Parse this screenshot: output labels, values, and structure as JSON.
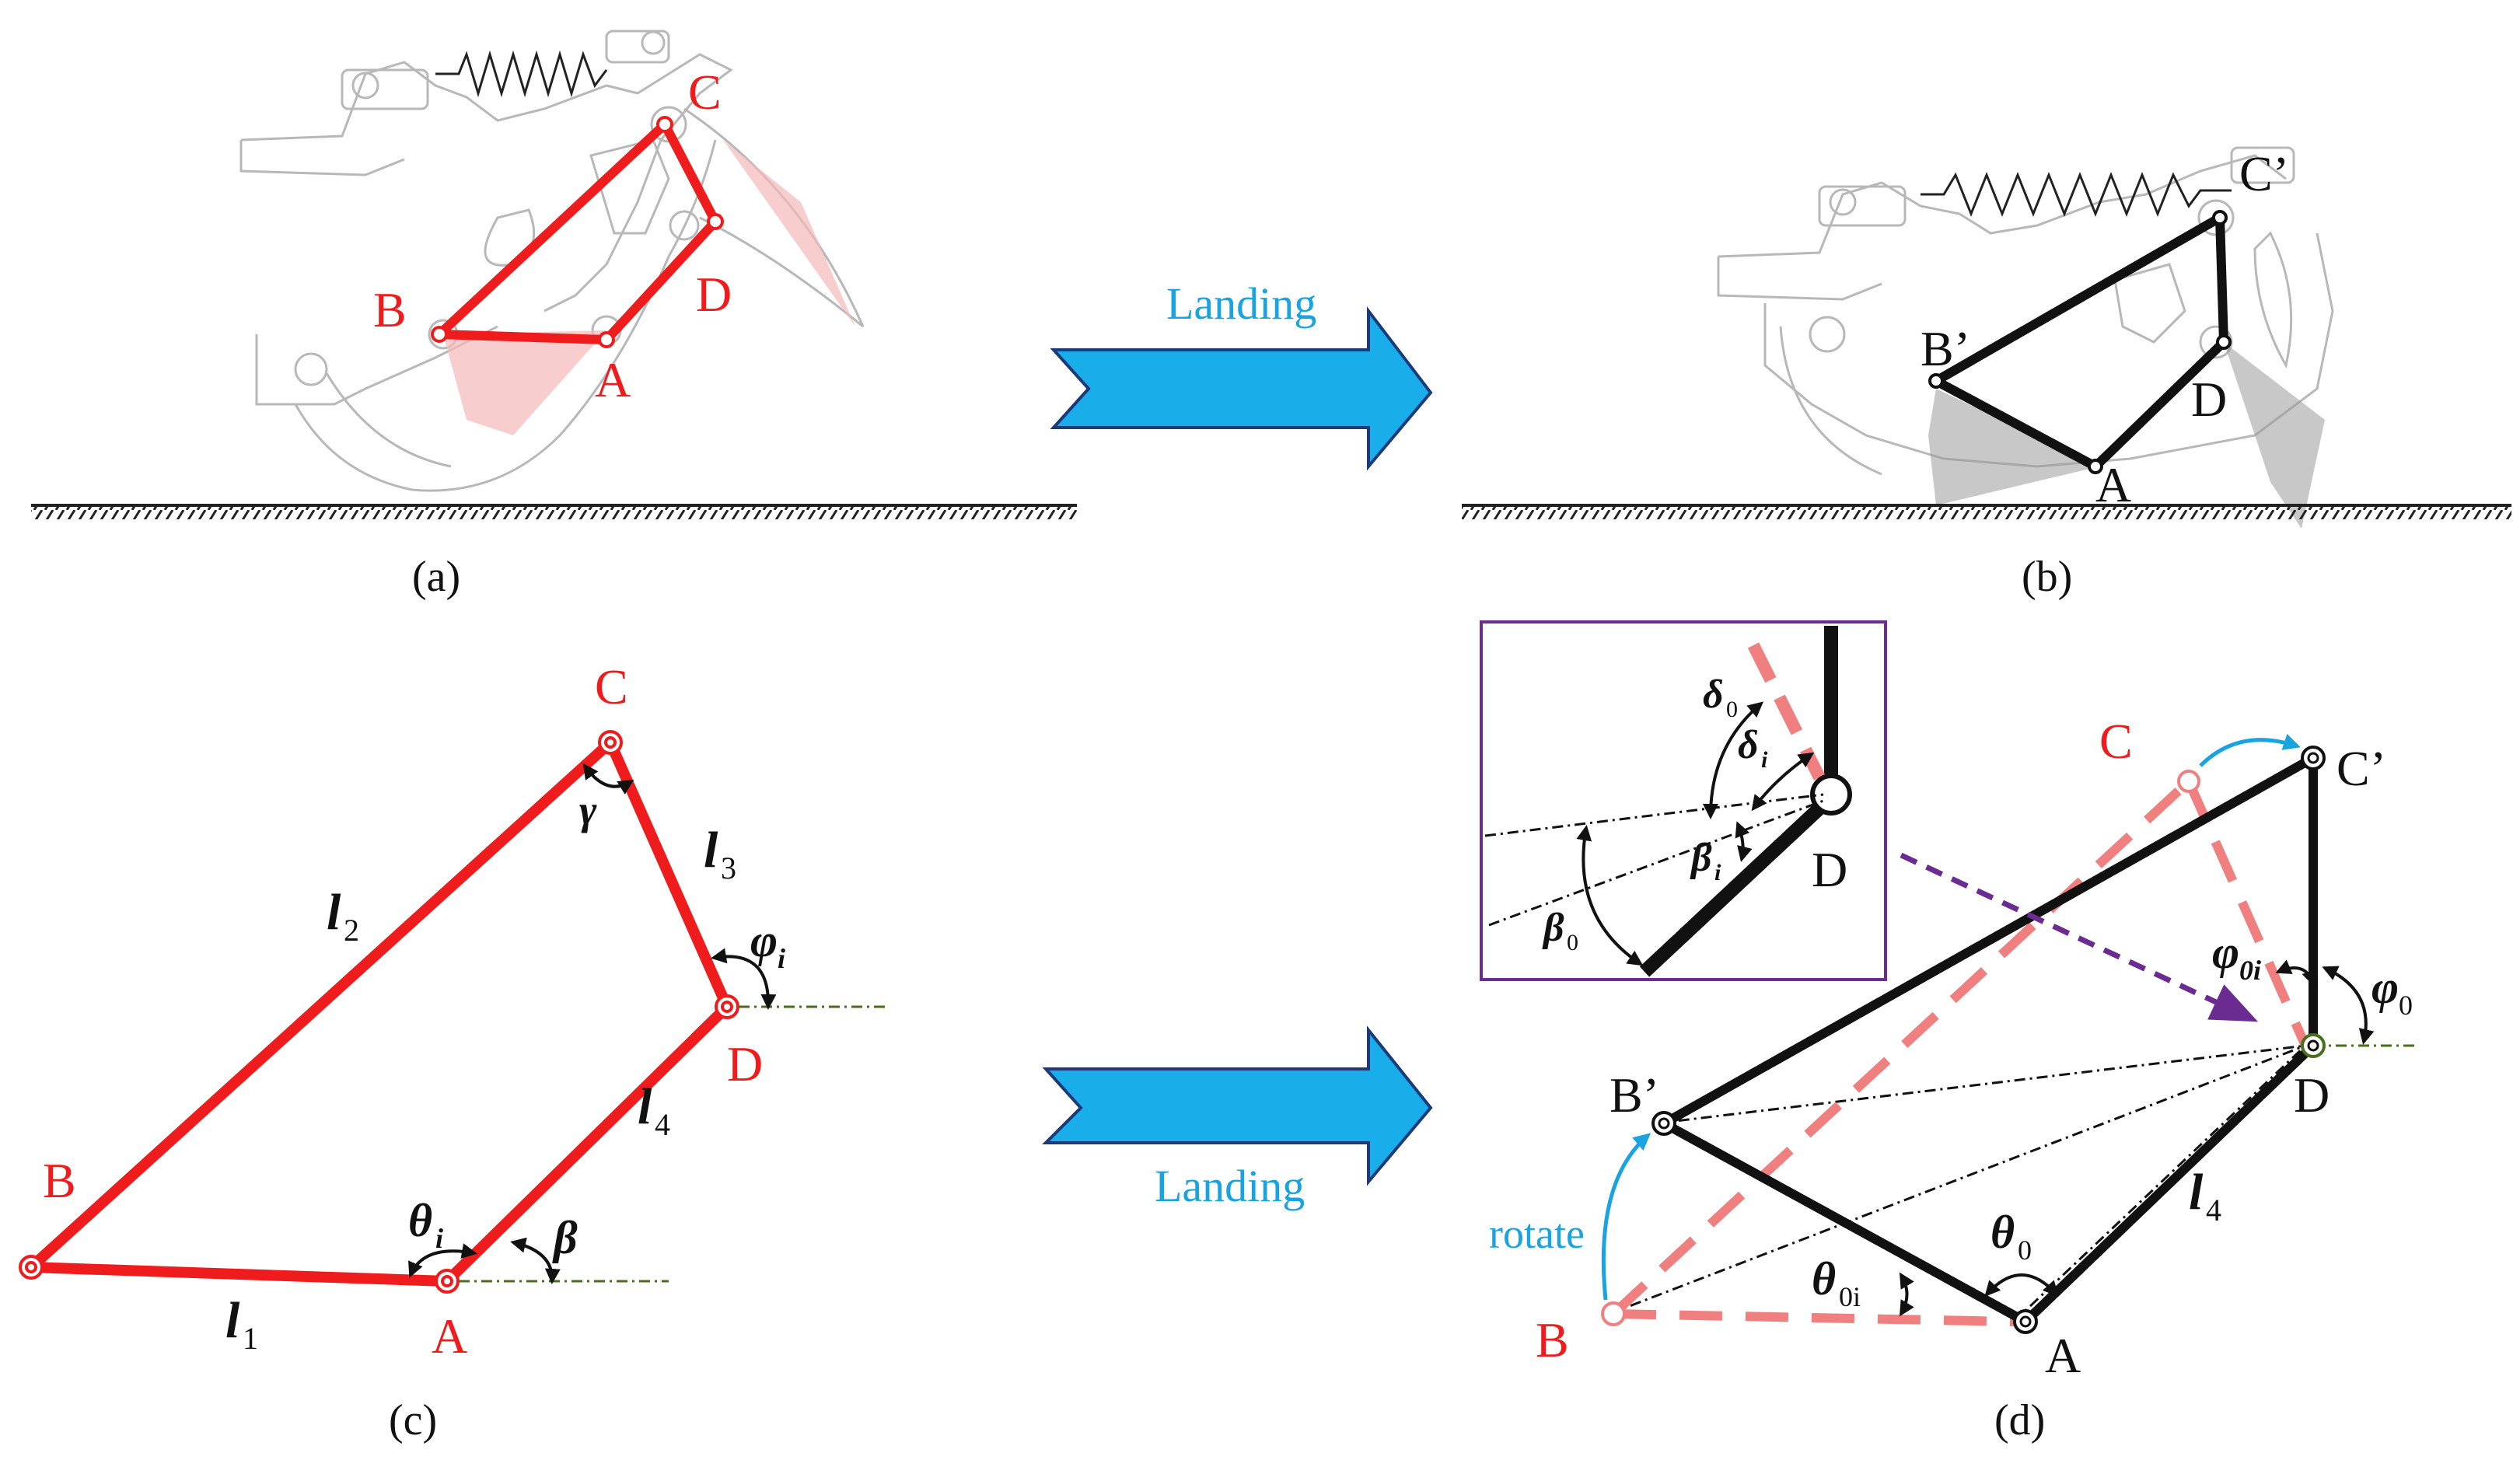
{
  "colors": {
    "red": "#ee1c1c",
    "black": "#111111",
    "blue": "#19a3e0",
    "purple": "#6a2c91",
    "pink": "#f08080",
    "ground": "#222222",
    "green": "#4b6e1e"
  },
  "panels": {
    "a": {
      "caption": "(a)",
      "points": {
        "A": "A",
        "B": "B",
        "C": "C",
        "D": "D"
      }
    },
    "b": {
      "caption": "(b)",
      "points": {
        "A": "A",
        "B": "B’",
        "C": "C’",
        "D": "D"
      }
    },
    "c": {
      "caption": "(c)",
      "points": {
        "A": "A",
        "B": "B",
        "C": "C",
        "D": "D"
      },
      "links": {
        "l1": "l",
        "l1_sub": "1",
        "l2": "l",
        "l2_sub": "2",
        "l3": "l",
        "l3_sub": "3",
        "l4": "l",
        "l4_sub": "4"
      },
      "angles": {
        "gamma": "γ",
        "phi": "φ",
        "phi_sub": "i",
        "theta": "θ",
        "theta_sub": "i",
        "beta": "β"
      }
    },
    "d": {
      "caption": "(d)",
      "points": {
        "A": "A",
        "B": "B",
        "C": "C",
        "Bp": "B’",
        "Cp": "C’",
        "D": "D"
      },
      "links": {
        "l4": "l",
        "l4_sub": "4"
      },
      "angles": {
        "phi0i": "φ",
        "phi0i_sub": "0i",
        "phi0": "φ",
        "phi0_sub": "0",
        "theta0": "θ",
        "theta0_sub": "0",
        "theta0i": "θ",
        "theta0i_sub": "0i"
      },
      "rotate_label": "rotate",
      "inset": {
        "D": "D",
        "delta0": "δ",
        "delta0_sub": "0",
        "deltai": "δ",
        "deltai_sub": "i",
        "betai": "β",
        "betai_sub": "i",
        "beta0": "β",
        "beta0_sub": "0"
      }
    }
  },
  "arrows": {
    "top_label": "Landing",
    "bottom_label": "Landing"
  }
}
